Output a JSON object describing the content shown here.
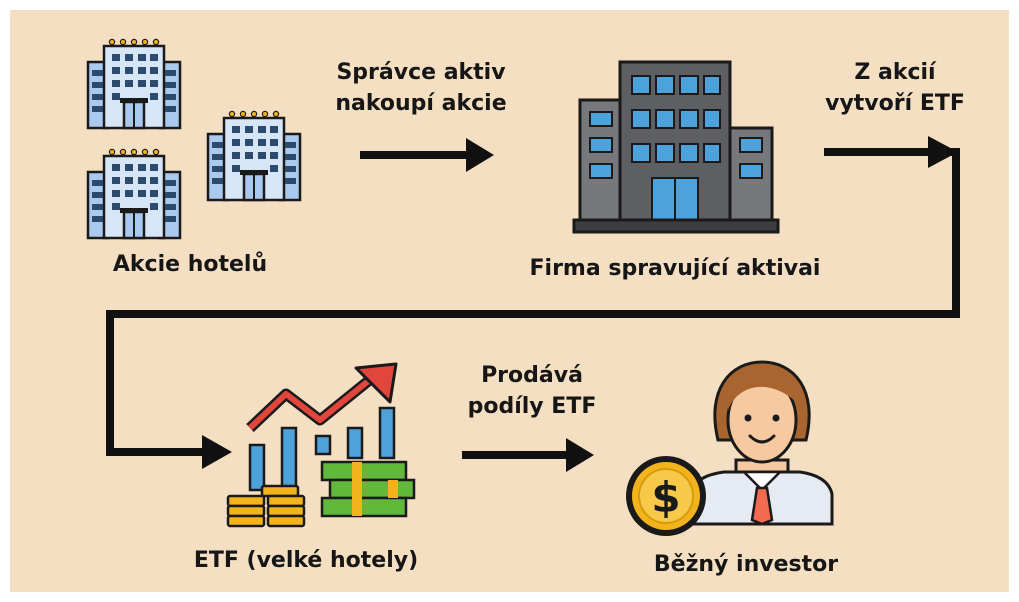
{
  "nodes": {
    "hotel_shares": "Akcie hotelů",
    "asset_manager": "Firma spravující aktivai",
    "etf": "ETF (velké hotely)",
    "investor": "Běžný investor"
  },
  "steps": {
    "buys": [
      "Správce aktiv",
      "nakoupí akcie"
    ],
    "creates": [
      "Z akcií",
      "vytvoří ETF"
    ],
    "sells": [
      "Prodává",
      "podíly ETF"
    ]
  },
  "icons": {
    "hotel": "hotel-building-icon",
    "office": "office-building-icon",
    "etf": "growth-chart-money-icon",
    "investor": "investor-person-icon",
    "coin_symbol": "$"
  },
  "colors": {
    "background": "#f4dfc2",
    "arrow": "#111111",
    "building_blue": "#a9c9ee",
    "office_gray": "#77787c",
    "window_blue": "#4ea2dc",
    "trend_red": "#e0463c",
    "bill_green": "#62b83a",
    "gold": "#f3b41b",
    "hair_brown": "#a9652f",
    "skin": "#f6c9a1"
  }
}
